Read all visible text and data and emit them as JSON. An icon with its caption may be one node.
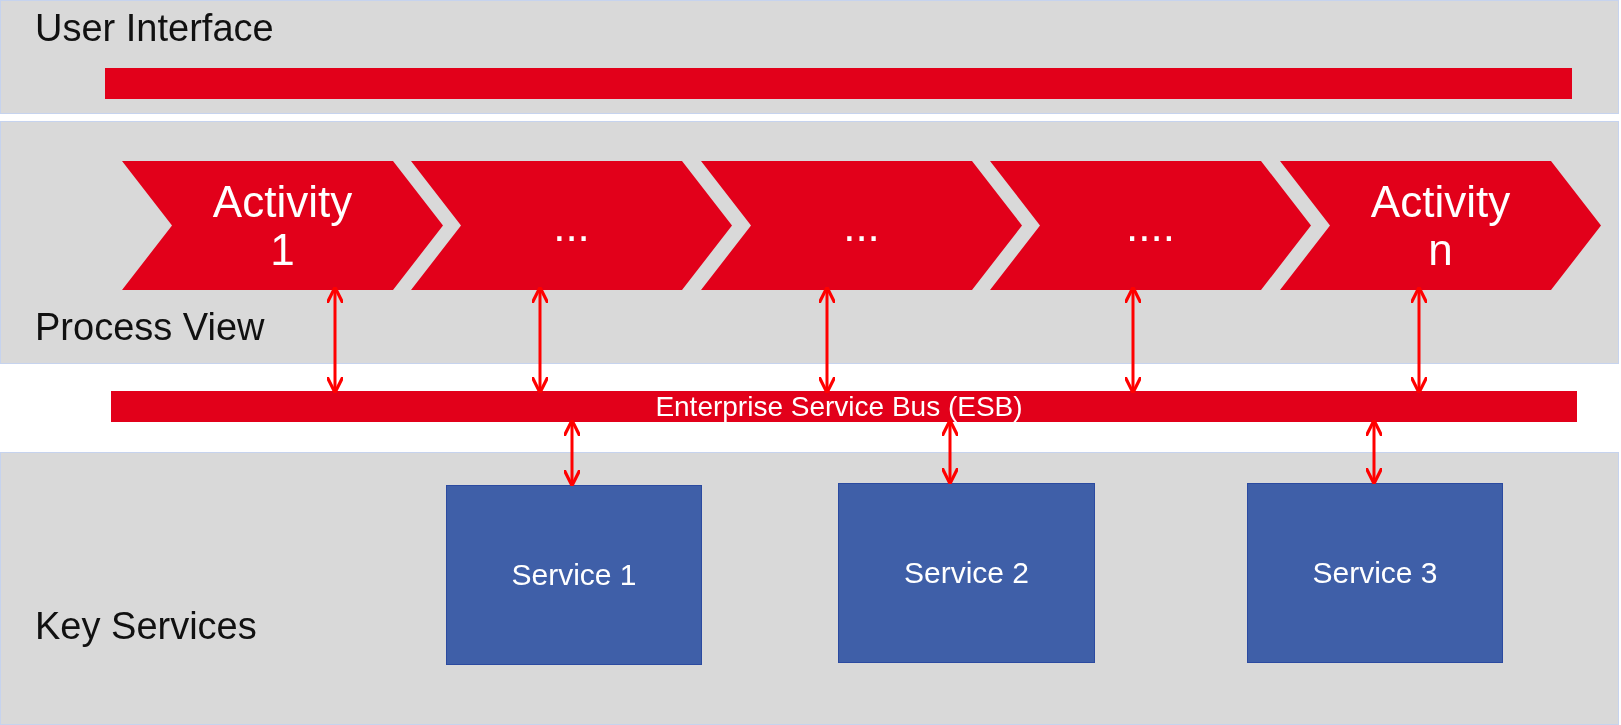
{
  "diagram": {
    "nodes": [
      {
        "text": [
          "User Interface"
        ]
      },
      {
        "text": [
          "Process View"
        ]
      },
      {
        "text": [
          "Activity 1"
        ],
        "in": 1
      },
      {
        "text": [
          "..."
        ],
        "in": 1
      },
      {
        "text": [
          "..."
        ],
        "in": 1
      },
      {
        "text": [
          "...."
        ],
        "in": 1
      },
      {
        "text": [
          "Activity n"
        ],
        "in": 1
      },
      {
        "text": [
          "Enterprise Service Bus (ESB)"
        ]
      },
      {
        "text": [
          "Key Services"
        ]
      },
      {
        "text": [
          "Service 1"
        ],
        "in": 8
      },
      {
        "text": [
          "Service 2"
        ],
        "in": 8
      },
      {
        "text": [
          "Service 3"
        ],
        "in": 8
      },
      {
        "text": [],
        "shape": "bar",
        "in": 0
      }
    ],
    "edges": [
      {
        "from": 2,
        "to": 7,
        "arrow": "both"
      },
      {
        "from": 3,
        "to": 7,
        "arrow": "both"
      },
      {
        "from": 4,
        "to": 7,
        "arrow": "both"
      },
      {
        "from": 5,
        "to": 7,
        "arrow": "both"
      },
      {
        "from": 6,
        "to": 7,
        "arrow": "both"
      },
      {
        "from": 7,
        "to": 9,
        "arrow": "both"
      },
      {
        "from": 7,
        "to": 10,
        "arrow": "both"
      },
      {
        "from": 7,
        "to": 11,
        "arrow": "both"
      }
    ]
  }
}
